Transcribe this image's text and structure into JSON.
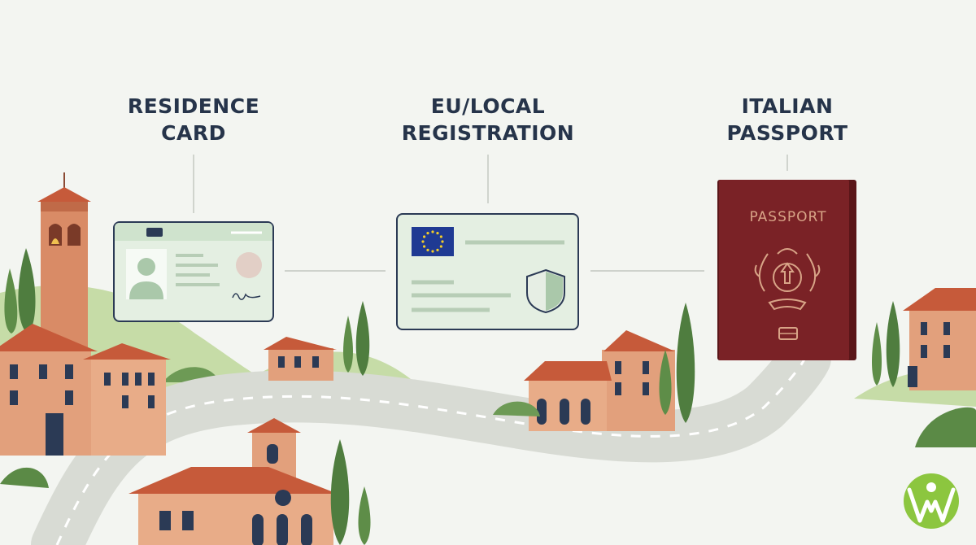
{
  "steps": [
    {
      "label": "RESIDENCE\nCARD"
    },
    {
      "label": "EU/LOCAL\nREGISTRATION"
    },
    {
      "label": "ITALIAN\nPASSPORT"
    }
  ],
  "passport": {
    "cover_text": "PASSPORT"
  },
  "colors": {
    "background": "#f3f5f1",
    "label_text": "#26344a",
    "passport_cover": "#7a2226",
    "building_wall": "#e2a07c",
    "roof": "#c65a3a",
    "cypress": "#4f7d3f",
    "hill": "#bcd59c",
    "road": "#d9dcd5",
    "logo": "#8cc63f"
  },
  "icons": [
    "id-card-icon",
    "eu-flag-icon",
    "shield-icon",
    "laurel-emblem-icon",
    "chip-icon",
    "brand-logo-icon"
  ]
}
